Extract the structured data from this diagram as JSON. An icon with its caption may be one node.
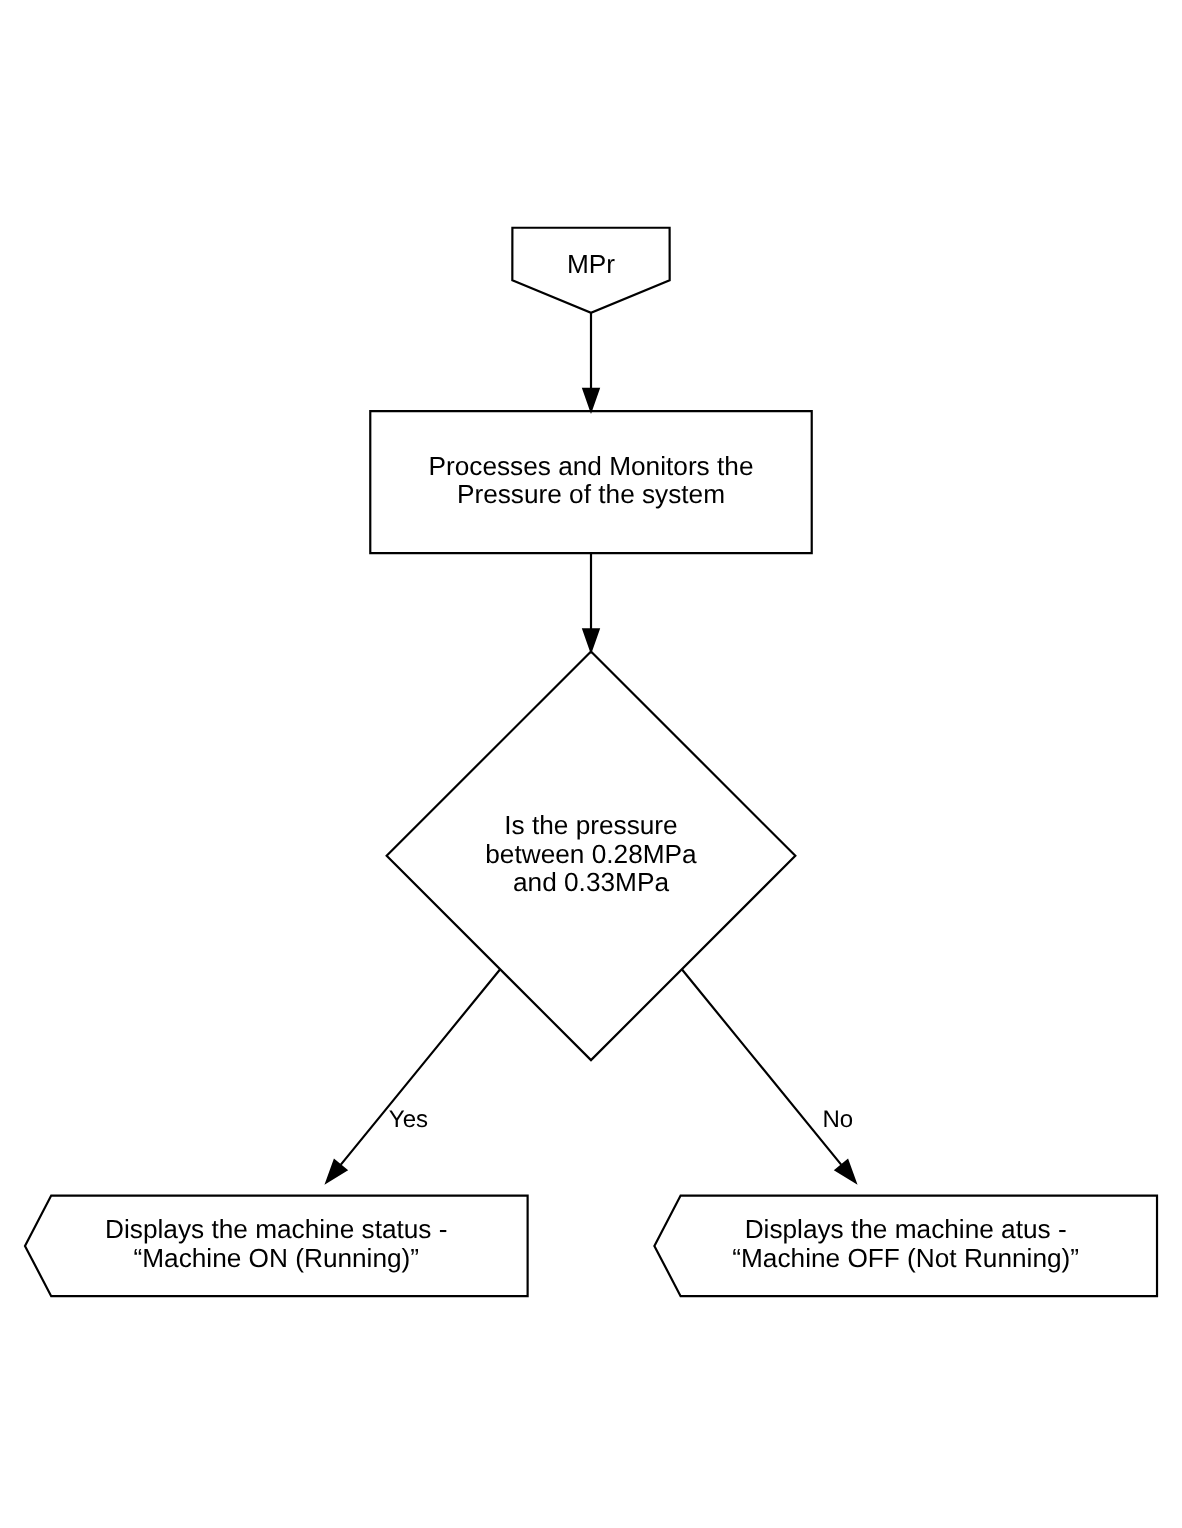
{
  "diagram": {
    "nodes": [
      {
        "text": [
          "MPr"
        ]
      },
      {
        "text": [
          "Processes and Monitors the Pressure of the system"
        ]
      },
      {
        "text": [
          "Is the pressure between 0.28MPa and 0.33MPa"
        ]
      },
      {
        "text": [
          "Displays the machine status - “Machine ON (Running)”"
        ]
      },
      {
        "text": [
          "Displays the machine atus - “Machine OFF (Not Running)”"
        ]
      }
    ],
    "edges": [
      {
        "from": 0,
        "to": 1,
        "arrow": "to"
      },
      {
        "from": 1,
        "to": 2,
        "arrow": "to"
      },
      {
        "from": 2,
        "to": 3,
        "arrow": "to",
        "label": "Yes"
      },
      {
        "from": 2,
        "to": 4,
        "arrow": "to",
        "label": "No"
      }
    ]
  }
}
